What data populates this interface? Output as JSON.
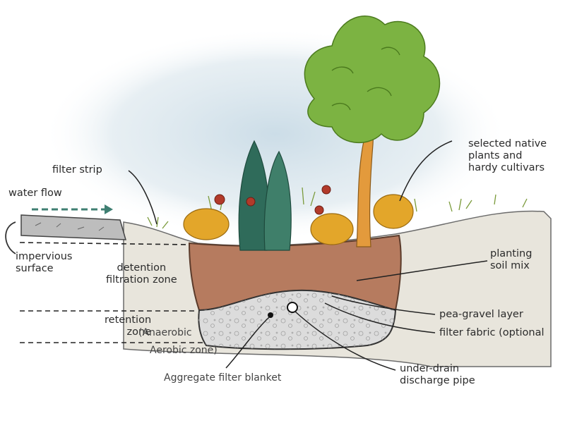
{
  "labels": {
    "water_flow": "water flow",
    "filter_strip": "filter strip",
    "impervious": [
      "impervious",
      "surface"
    ],
    "detention": [
      "detention",
      "filtration zone"
    ],
    "retention": [
      "retention",
      "zone"
    ],
    "anaerobic": "(Anaerobic",
    "aerobic": "Aerobic zone)",
    "aggregate": "Aggregate filter blanket",
    "native_plants": [
      "selected native",
      "plants and",
      "hardy cultivars"
    ],
    "planting_soil": [
      "planting",
      "soil mix"
    ],
    "pea_gravel": "pea-gravel layer",
    "filter_fabric": "filter fabric (optional",
    "under_drain": [
      "under-drain",
      "discharge pipe"
    ]
  },
  "colors": {
    "sky": "#cfdfe8",
    "ground": "#e6e3da",
    "soil": "#b67b5f",
    "gravel": "#d8d8d8",
    "foliage": "#7cb342",
    "trunk": "#e39a3c",
    "flow_arrow": "#3f7f72",
    "shrub": "#e3a62a",
    "cypress": "#2f6b5a"
  },
  "icons": [
    "water-flow-arrow-icon",
    "drain-pipe-icon"
  ]
}
